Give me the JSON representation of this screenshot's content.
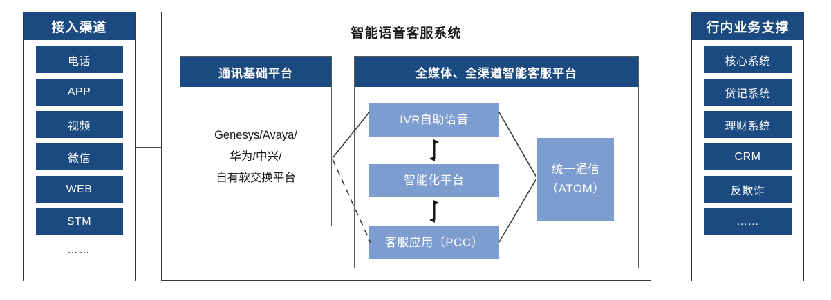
{
  "left_panel": {
    "title": "接入渠道",
    "items": [
      {
        "label": "电话",
        "style": "chip"
      },
      {
        "label": "APP",
        "style": "chip"
      },
      {
        "label": "视频",
        "style": "chip"
      },
      {
        "label": "微信",
        "style": "chip"
      },
      {
        "label": "WEB",
        "style": "chip"
      },
      {
        "label": "STM",
        "style": "chip"
      },
      {
        "label": "……",
        "style": "plain"
      }
    ]
  },
  "right_panel": {
    "title": "行内业务支撑",
    "items": [
      {
        "label": "核心系统",
        "style": "chip"
      },
      {
        "label": "贷记系统",
        "style": "chip"
      },
      {
        "label": "理财系统",
        "style": "chip"
      },
      {
        "label": "CRM",
        "style": "chip"
      },
      {
        "label": "反欺诈",
        "style": "chip"
      },
      {
        "label": "……",
        "style": "chip"
      }
    ]
  },
  "main": {
    "title": "智能语音客服系统",
    "comm_platform": {
      "title": "通讯基础平台",
      "lines": [
        "Genesys/Avaya/",
        "华为/中兴/",
        "自有软交换平台"
      ]
    },
    "omni_platform": {
      "title": "全媒体、全渠道智能客服平台",
      "boxes": [
        {
          "id": "ivr",
          "lines": [
            "IVR自助语音"
          ]
        },
        {
          "id": "ai",
          "lines": [
            "智能化平台"
          ]
        },
        {
          "id": "pcc",
          "lines": [
            "客服应用（PCC）"
          ]
        },
        {
          "id": "atom",
          "lines": [
            "统一通信",
            "（ATOM）"
          ]
        }
      ]
    }
  },
  "colors": {
    "dark_blue": "#1b4a80",
    "light_blue": "#7d9dd0",
    "border": "#3a3a3a",
    "text": "#1a1a1a",
    "white": "#ffffff"
  }
}
